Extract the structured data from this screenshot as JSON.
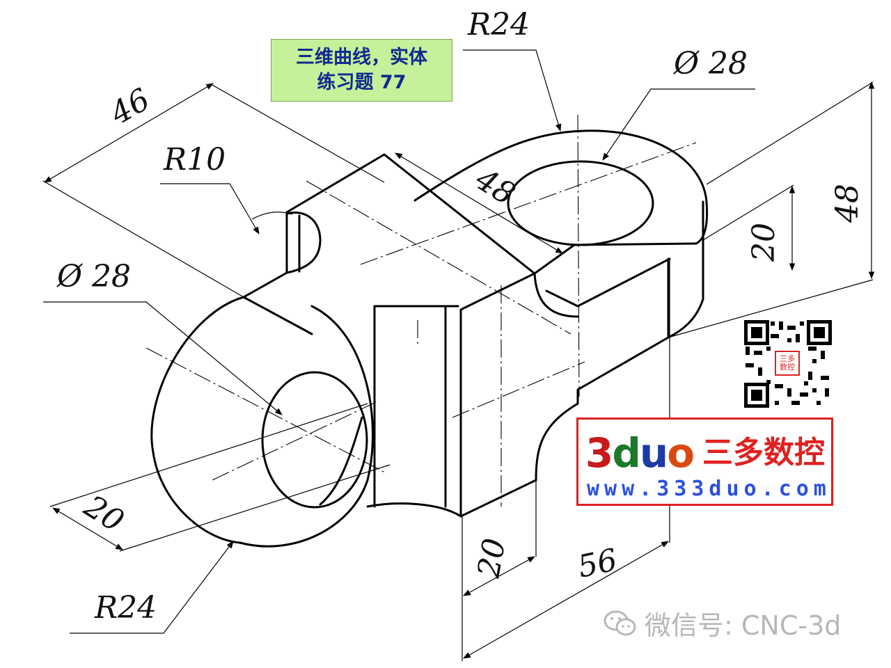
{
  "title_box": {
    "line1": "三维曲线，实体",
    "line2": "练习题 77",
    "bg_color": "#c6f09a",
    "text_color": "#0f2a8f"
  },
  "dimensions": {
    "d46": "46",
    "r24_top": "R24",
    "dia28_top": "Ø 28",
    "r10": "R10",
    "d48_top": "48",
    "d48_right": "48",
    "d20_right": "20",
    "dia28_left": "Ø 28",
    "d20_left": "20",
    "d20_bottom": "20",
    "d56": "56",
    "r24_bottom": "R24"
  },
  "qr": {
    "center_line1": "三多",
    "center_line2": "数控"
  },
  "brand": {
    "logo": {
      "c1": "3",
      "c2": "d",
      "c3": "u",
      "c4": "o"
    },
    "name": "三多数控",
    "url": "www.333duo.com",
    "border_color": "#e02020"
  },
  "wechat": {
    "icon": "wechat-icon",
    "text": "微信号: CNC-3d"
  }
}
